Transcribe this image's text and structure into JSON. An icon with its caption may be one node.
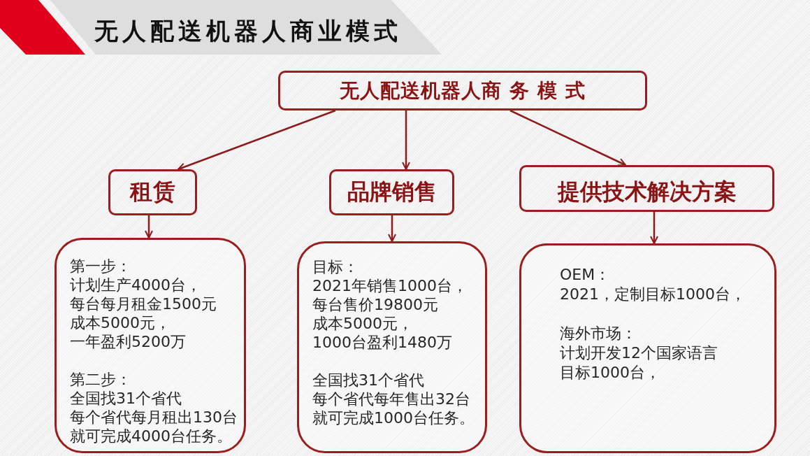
{
  "diagram": {
    "title": "无人配送机器人商业模式",
    "nodes": [
      {
        "text": [
          "无人配送机器人商 务 模 式"
        ]
      },
      {
        "text": [
          "租赁"
        ]
      },
      {
        "text": [
          "品牌销售"
        ]
      },
      {
        "text": [
          "提供技术解决方案"
        ]
      },
      {
        "text": [
          "第一步：",
          "计划生产4000台，",
          "每台每月租金1500元",
          "成本5000元，",
          "一年盈利5200万",
          "第二步：",
          "全国找31个省代",
          "每个省代每月租出130台",
          "就可完成4000台任务。"
        ]
      },
      {
        "text": [
          "目标：",
          "2021年销售1000台，",
          "每台售价19800元",
          "成本5000元，",
          "1000台盈利1480万",
          "全国找31个省代",
          "每个省代每年售出32台",
          "就可完成1000台任务。"
        ]
      },
      {
        "text": [
          "OEM：",
          "2021，定制目标1000台，",
          "海外市场：",
          "计划开发12个国家语言",
          "目标1000台，"
        ]
      }
    ],
    "edges": [
      {
        "from": 0,
        "to": 1,
        "arrow": "to"
      },
      {
        "from": 0,
        "to": 2,
        "arrow": "to"
      },
      {
        "from": 0,
        "to": 3,
        "arrow": "to"
      },
      {
        "from": 1,
        "to": 4,
        "arrow": "to"
      },
      {
        "from": 2,
        "to": 5,
        "arrow": "to"
      },
      {
        "from": 3,
        "to": 6,
        "arrow": "to"
      }
    ]
  }
}
